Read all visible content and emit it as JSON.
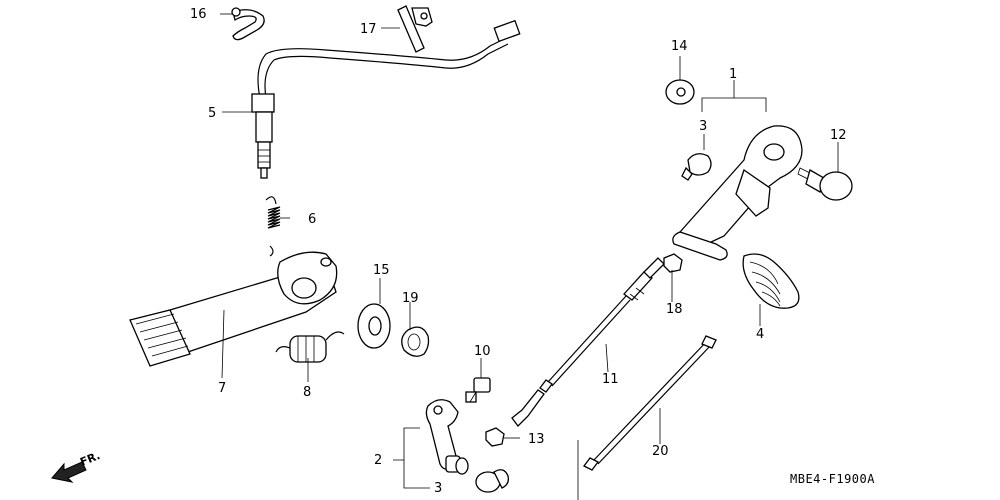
{
  "diagram": {
    "code": "MBE4-F1900A",
    "direction": "FR.",
    "callouts": {
      "p1": "1",
      "p2": "2",
      "p3a": "3",
      "p3b": "3",
      "p4": "4",
      "p5": "5",
      "p6": "6",
      "p7": "7",
      "p8": "8",
      "p10": "10",
      "p11": "11",
      "p12": "12",
      "p13": "13",
      "p14": "14",
      "p15": "15",
      "p16": "16",
      "p17": "17",
      "p18": "18",
      "p19": "19",
      "p20": "20"
    }
  }
}
